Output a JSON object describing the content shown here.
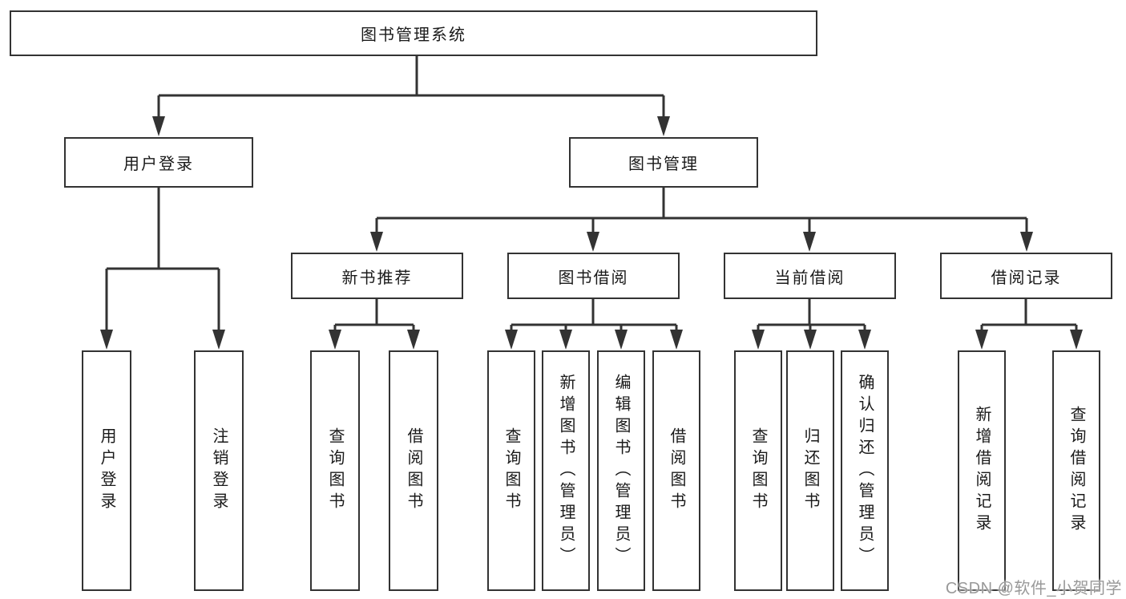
{
  "diagram": {
    "root": {
      "label": "图书管理系统"
    },
    "branches": [
      {
        "label": "用户登录",
        "leaves": [
          {
            "label": "用户登录"
          },
          {
            "label": "注销登录"
          }
        ]
      },
      {
        "label": "图书管理",
        "groups": [
          {
            "label": "新书推荐",
            "leaves": [
              {
                "label": "查询图书"
              },
              {
                "label": "借阅图书"
              }
            ]
          },
          {
            "label": "图书借阅",
            "leaves": [
              {
                "label": "查询图书"
              },
              {
                "label": "新增图书（管理员）"
              },
              {
                "label": "编辑图书（管理员）"
              },
              {
                "label": "借阅图书"
              }
            ]
          },
          {
            "label": "当前借阅",
            "leaves": [
              {
                "label": "查询图书"
              },
              {
                "label": "归还图书"
              },
              {
                "label": "确认归还（管理员）"
              }
            ]
          },
          {
            "label": "借阅记录",
            "leaves": [
              {
                "label": "新增借阅记录"
              },
              {
                "label": "查询借阅记录"
              }
            ]
          }
        ]
      }
    ]
  },
  "watermark": {
    "text": "CSDN @软件_小贺同学"
  },
  "colors": {
    "line": "#333333",
    "border": "#333333",
    "text": "#1a1a1a",
    "watermark": "#999999",
    "background": "#ffffff"
  }
}
